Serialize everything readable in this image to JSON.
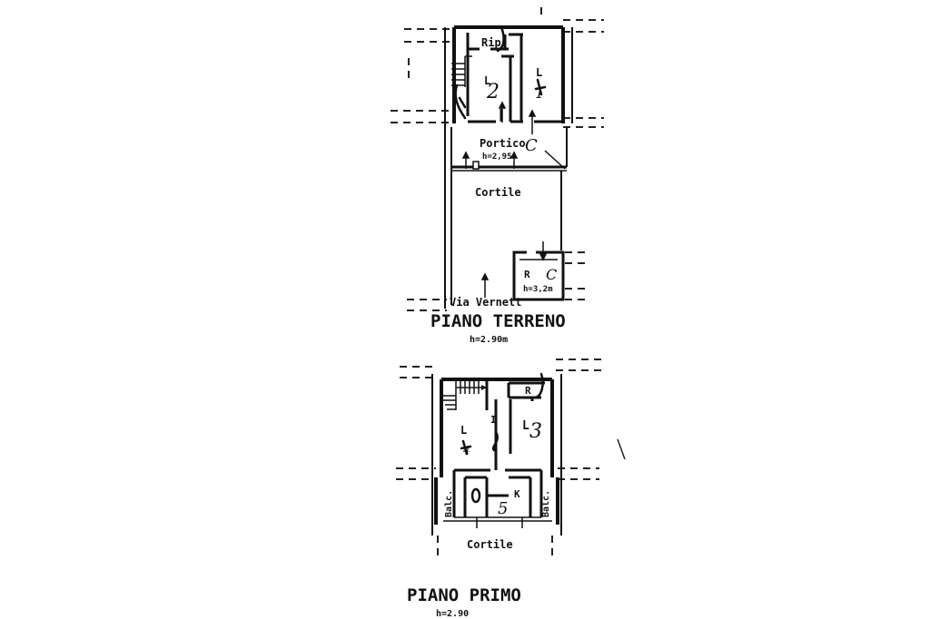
{
  "ground_floor": {
    "title": "PIANO TERRENO",
    "height": "h=2.90m",
    "rooms": {
      "storage": "Rip",
      "portico": "Portico",
      "portico_height": "h=2,95",
      "courtyard": "Cortile",
      "r_room": "R",
      "r_height": "h=3,2",
      "r_height_unit": "m",
      "street": "Via Vernett"
    },
    "marks": {
      "room_l_left": "L",
      "num_left": "2",
      "room_l_right": "L",
      "num_right": "1",
      "portico_mark": "C",
      "r_mark": "C"
    }
  },
  "first_floor": {
    "title": "PIANO PRIMO",
    "height": "h=2.90",
    "rooms": {
      "r_room": "R",
      "kitchen": "K",
      "balcony_left": "Balc.",
      "balcony_right": "Balc.",
      "courtyard": "Cortile"
    },
    "marks": {
      "room_l_left": "L",
      "num_left": "4",
      "room_l_right": "L",
      "num_right": "3",
      "corridor": "I",
      "kitchen_num": "5"
    }
  }
}
